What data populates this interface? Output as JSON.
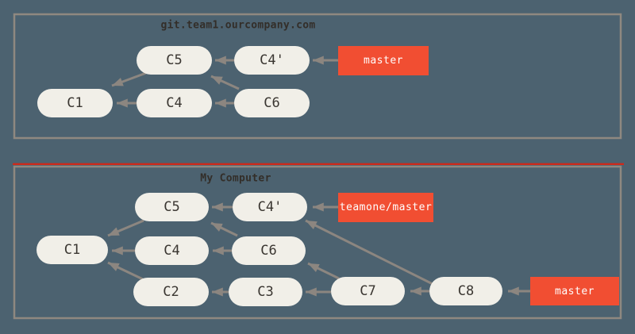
{
  "diagram_type": "git-commit-graph",
  "colors": {
    "background": "#4c6270",
    "panel_border": "#8f8880",
    "node_fill": "#f1efe8",
    "node_text": "#3a3631",
    "arrow": "#8c8680",
    "branch_label_fill": "#f14e32",
    "branch_label_text": "#ffffff",
    "title_text": "#332e29",
    "divider_red_line": "#ce2a1b"
  },
  "panels": [
    {
      "title": "git.team1.ourcompany.com",
      "nodes": [
        {
          "id": "c1",
          "label": "C1"
        },
        {
          "id": "c4",
          "label": "C4"
        },
        {
          "id": "c6",
          "label": "C6"
        },
        {
          "id": "c5",
          "label": "C5"
        },
        {
          "id": "c4p",
          "label": "C4'"
        }
      ],
      "branches": [
        {
          "label": "master",
          "points_to": "C4'"
        }
      ],
      "edges": [
        "C4 -> C1",
        "C5 -> C1",
        "C4' -> C5",
        "C6 -> C5",
        "C6 -> C4",
        "master -> C4'"
      ]
    },
    {
      "title": "My Computer",
      "nodes": [
        {
          "id": "c1",
          "label": "C1"
        },
        {
          "id": "c5",
          "label": "C5"
        },
        {
          "id": "c4p",
          "label": "C4'"
        },
        {
          "id": "c4",
          "label": "C4"
        },
        {
          "id": "c6",
          "label": "C6"
        },
        {
          "id": "c2",
          "label": "C2"
        },
        {
          "id": "c3",
          "label": "C3"
        },
        {
          "id": "c7",
          "label": "C7"
        },
        {
          "id": "c8",
          "label": "C8"
        }
      ],
      "branches": [
        {
          "label": "teamone/master",
          "points_to": "C4'"
        },
        {
          "label": "master",
          "points_to": "C8"
        }
      ],
      "edges": [
        "C4 -> C1",
        "C5 -> C1",
        "C2 -> C1",
        "C4' -> C5",
        "C6 -> C5",
        "C6 -> C4",
        "C3 -> C2",
        "C7 -> C3",
        "C7 -> C6",
        "C8 -> C7",
        "C8 -> C4'",
        "teamone/master -> C4'",
        "master -> C8"
      ]
    }
  ]
}
